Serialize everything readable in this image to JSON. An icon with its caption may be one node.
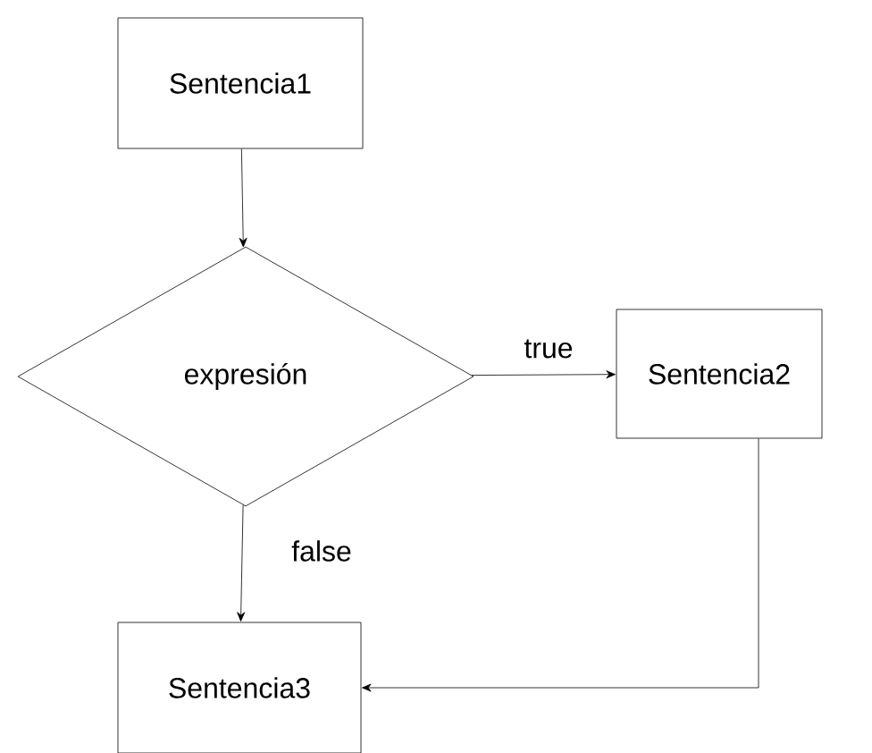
{
  "diagram": {
    "nodes": [
      {
        "text": [
          "Sentencia1"
        ]
      },
      {
        "text": [
          "expresión"
        ]
      },
      {
        "text": [
          "Sentencia2"
        ]
      },
      {
        "text": [
          "Sentencia3"
        ]
      }
    ],
    "edges": [
      {
        "from": 0,
        "to": 1,
        "arrow": "to"
      },
      {
        "from": 1,
        "to": 2,
        "arrow": "to",
        "label": "true"
      },
      {
        "from": 1,
        "to": 3,
        "arrow": "to",
        "label": "false"
      },
      {
        "from": 2,
        "to": 3,
        "arrow": "to"
      }
    ]
  }
}
